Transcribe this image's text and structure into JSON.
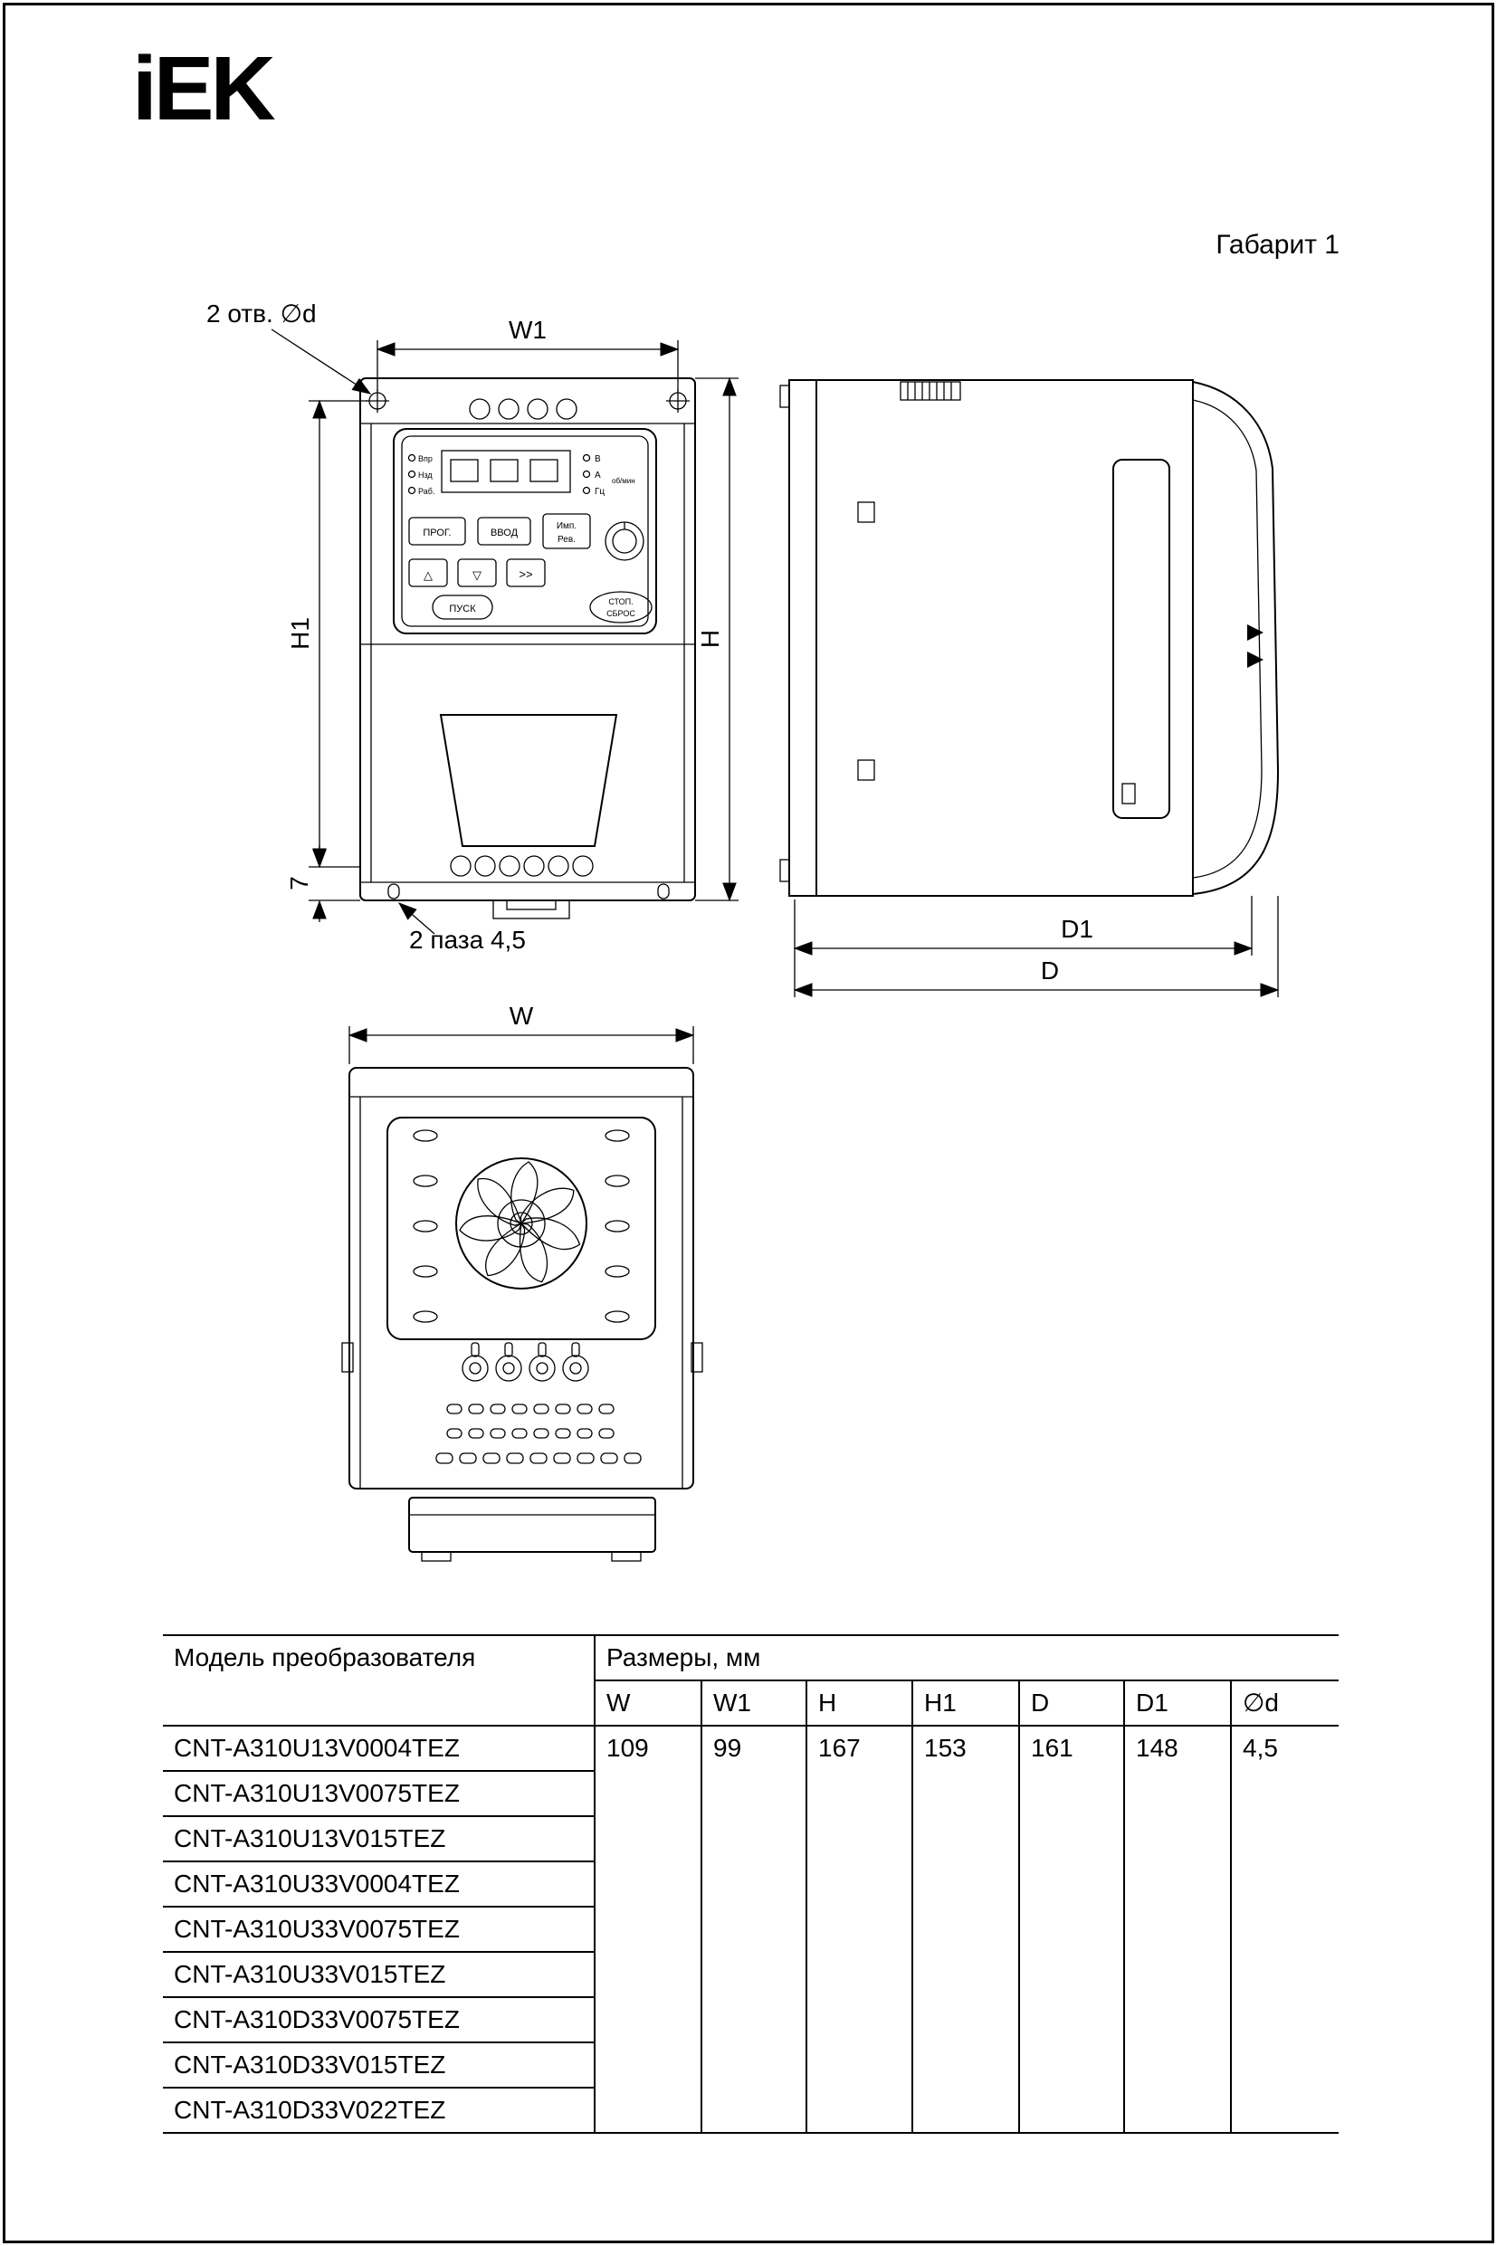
{
  "header": {
    "logo": "iEK",
    "variant": "Габарит 1"
  },
  "front_view": {
    "holes_note": "2 отв. ∅d",
    "slots_note": "2 паза 4,5",
    "dim_w1": "W1",
    "dim_h1": "H1",
    "dim_h": "H",
    "dim_7": "7",
    "panel": {
      "led_fwd": "Впр",
      "led_rev": "Нзд",
      "led_run": "Раб.",
      "unit_v": "В",
      "unit_a": "А",
      "unit_hz": "Гц",
      "unit_rpm": "об/мин",
      "btn_prog": "ПРОГ.",
      "btn_enter": "ВВОД",
      "btn_jog_line1": "Имп.",
      "btn_jog_line2": "Рев.",
      "btn_up": "△",
      "btn_down": "▽",
      "btn_shift": ">>",
      "btn_run": "ПУСК",
      "btn_stop_line1": "СТОП.",
      "btn_stop_line2": "СБРОС"
    }
  },
  "side_view": {
    "dim_d1": "D1",
    "dim_d": "D"
  },
  "bottom_view": {
    "dim_w": "W"
  },
  "table": {
    "header_model": "Модель преобразователя",
    "header_dims": "Размеры, мм",
    "columns": [
      "W",
      "W1",
      "H",
      "H1",
      "D",
      "D1",
      "∅d"
    ],
    "models": [
      "CNT-A310U13V0004TEZ",
      "CNT-A310U13V0075TEZ",
      "CNT-A310U13V015TEZ",
      "CNT-A310U33V0004TEZ",
      "CNT-A310U33V0075TEZ",
      "CNT-A310U33V015TEZ",
      "CNT-A310D33V0075TEZ",
      "CNT-A310D33V015TEZ",
      "CNT-A310D33V022TEZ"
    ],
    "values": [
      "109",
      "99",
      "167",
      "153",
      "161",
      "148",
      "4,5"
    ]
  }
}
